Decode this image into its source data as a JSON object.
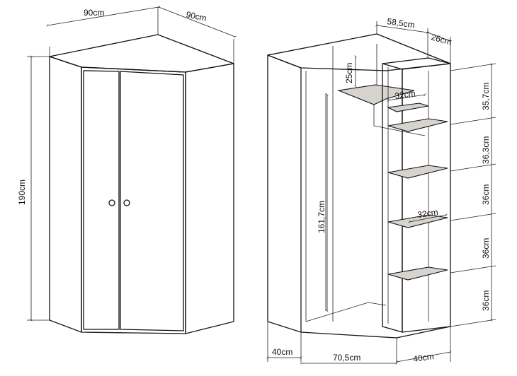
{
  "left_view": {
    "dims": {
      "width_front": "90cm",
      "width_side": "90cm",
      "height": "190cm"
    }
  },
  "right_view": {
    "dims": {
      "top_depth": "58,5cm",
      "top_side": "26cm",
      "top_gap": "25cm",
      "shelf_upper": "32cm",
      "shelf_lower": "32cm",
      "rail_height": "161,7cm",
      "comp1": "35,7cm",
      "comp2": "36,3cm",
      "comp3": "36cm",
      "comp4": "36cm",
      "comp5": "36cm",
      "bottom_left": "40cm",
      "bottom_mid": "70,5cm",
      "bottom_right": "40cm"
    }
  }
}
